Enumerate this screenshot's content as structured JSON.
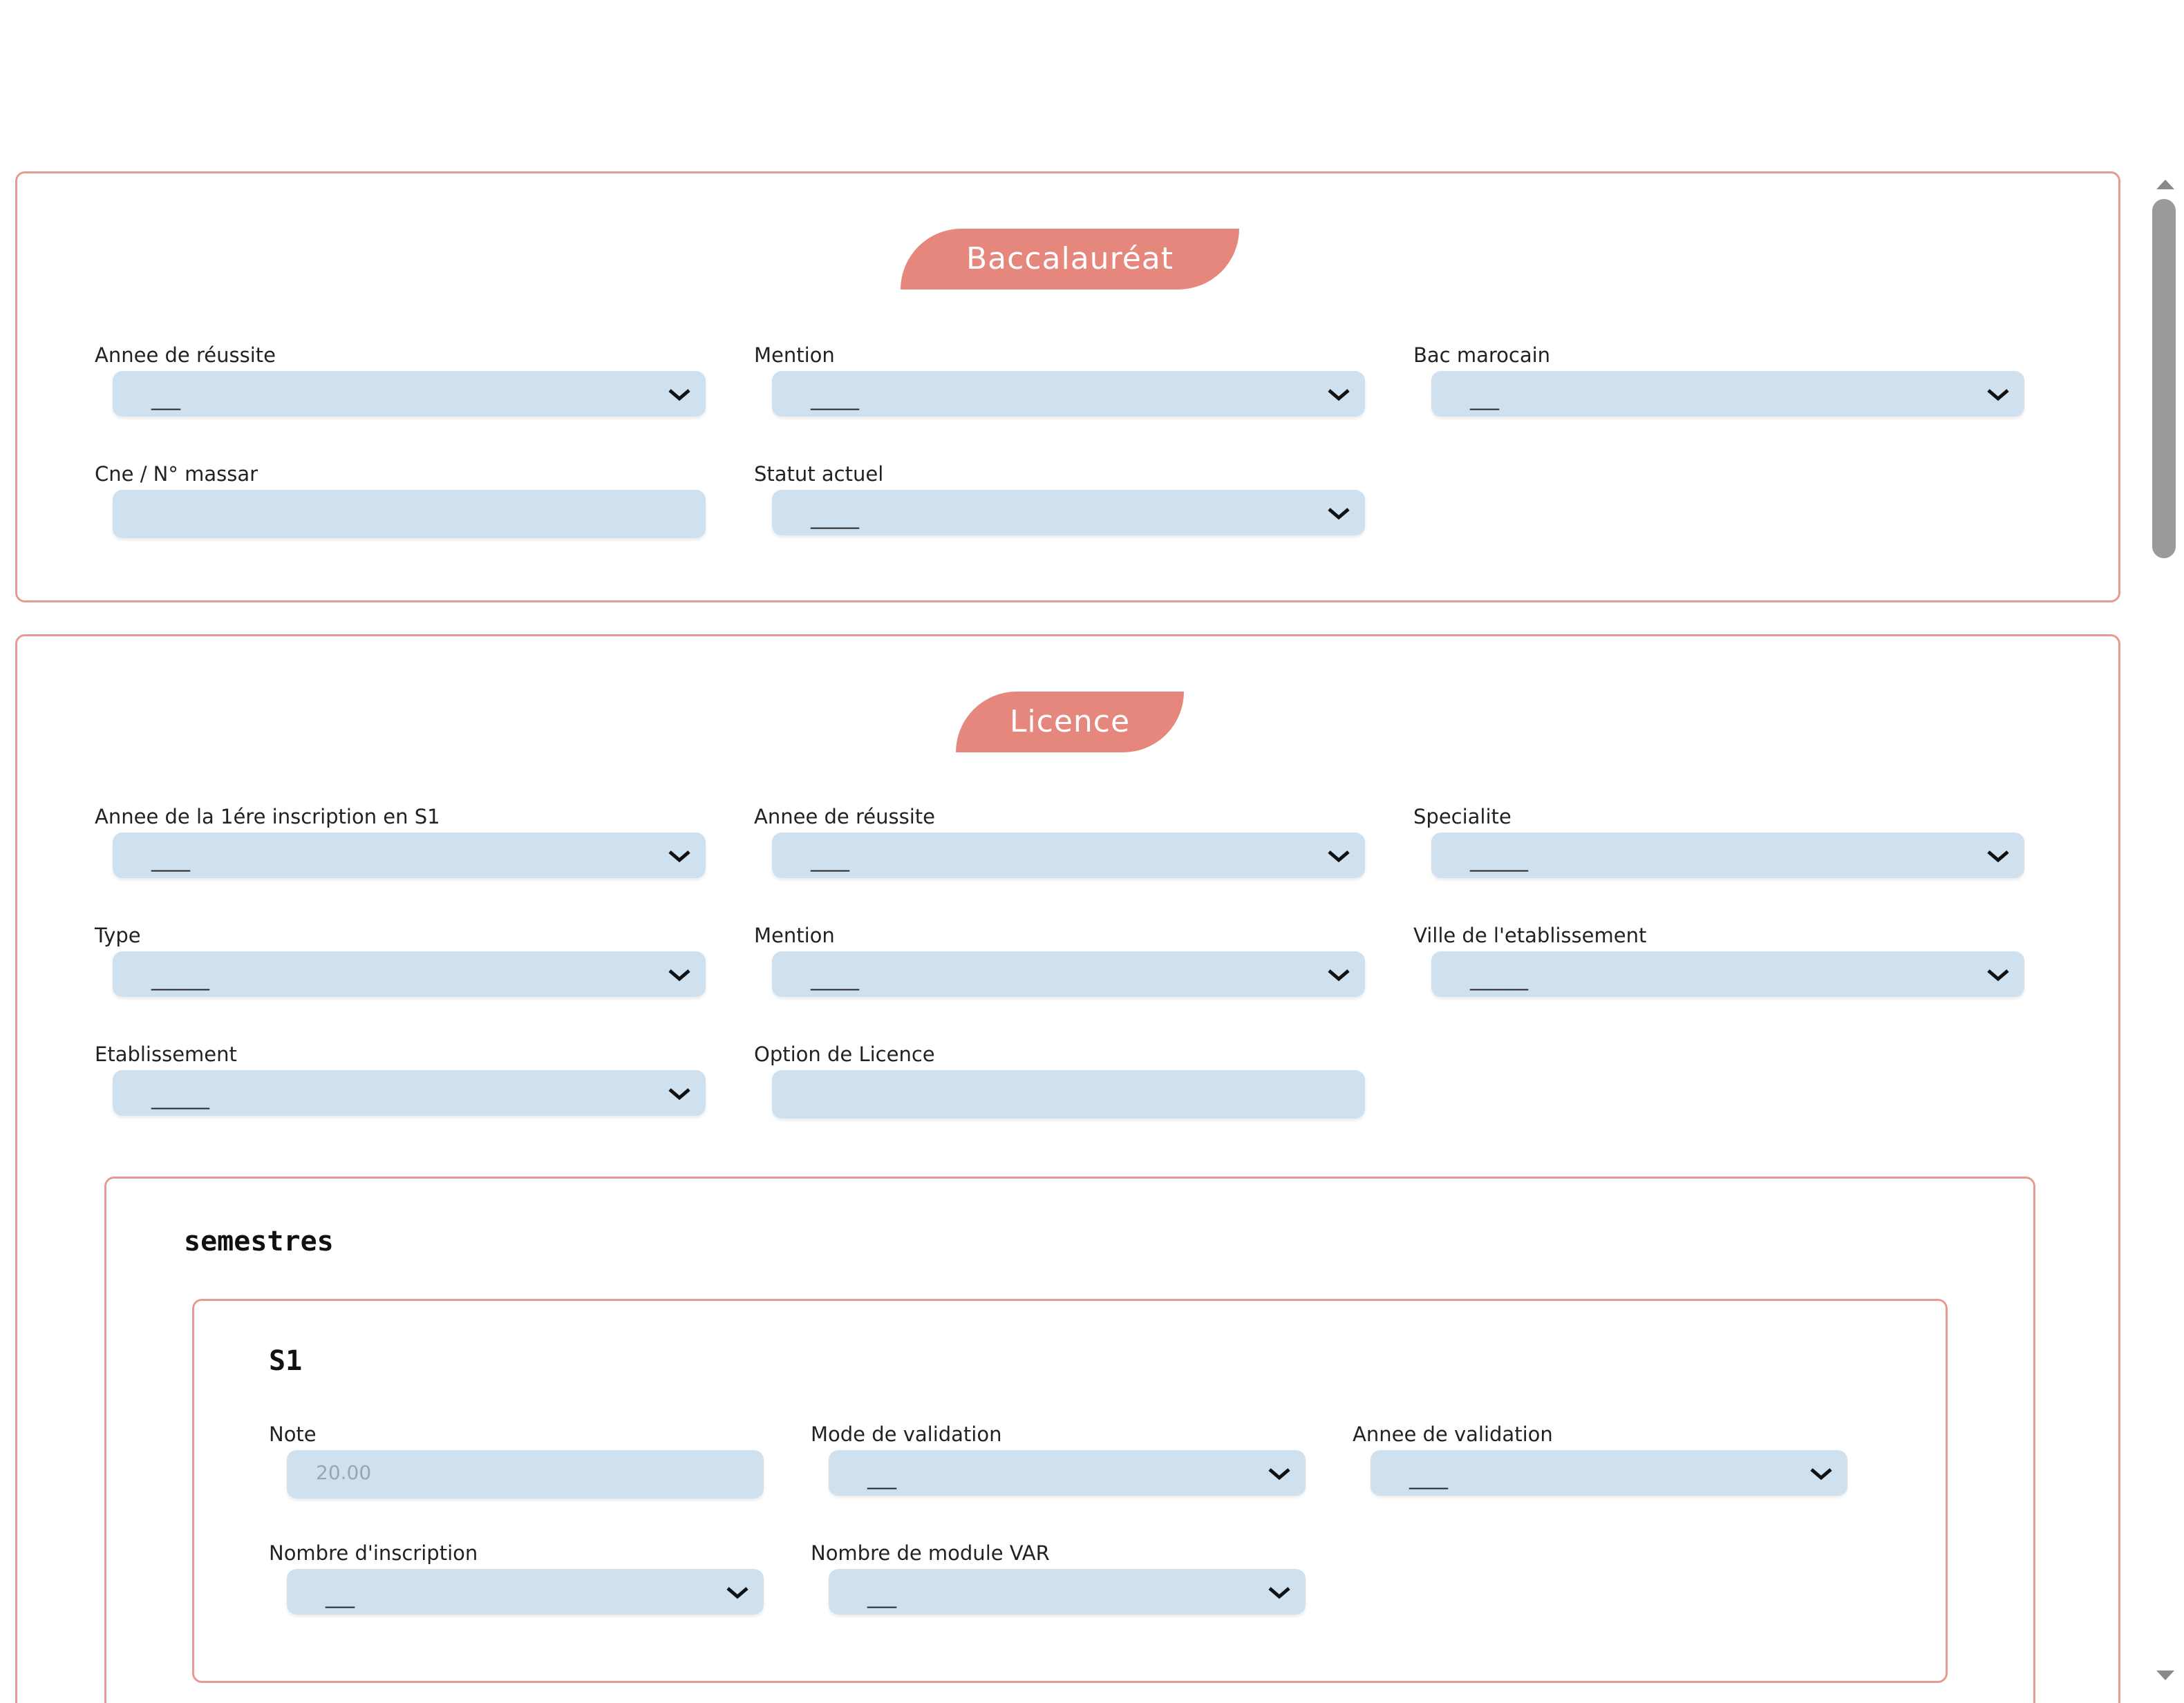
{
  "bac": {
    "legend": "Baccalauréat",
    "annee_label": "Annee de réussite",
    "annee_value": "___",
    "mention_label": "Mention",
    "mention_value": "_____",
    "bac_label": "Bac marocain",
    "bac_value": "___",
    "cne_label": "Cne / N° massar",
    "cne_value": "",
    "statut_label": "Statut actuel",
    "statut_value": "_____"
  },
  "licence": {
    "legend": "Licence",
    "annee_insc_label": "Annee de la 1ére inscription en S1",
    "annee_insc_value": "____",
    "annee_reussite_label": "Annee de réussite",
    "annee_reussite_value": "____",
    "specialite_label": "Specialite",
    "specialite_value": "______",
    "type_label": "Type",
    "type_value": "______",
    "mention_label": "Mention",
    "mention_value": "_____",
    "ville_label": "Ville de l'etablissement",
    "ville_value": "______",
    "etab_label": "Etablissement",
    "etab_value": "______",
    "option_label": "Option de Licence",
    "option_value": ""
  },
  "semestres": {
    "title": "semestres",
    "s1": {
      "title": "S1",
      "note_label": "Note",
      "note_placeholder": "20.00",
      "mode_label": "Mode de validation",
      "mode_value": "___",
      "annee_label": "Annee de validation",
      "annee_value": "____",
      "nb_insc_label": "Nombre d'inscription",
      "nb_insc_value": "___",
      "nb_var_label": "Nombre de module VAR",
      "nb_var_value": "___"
    }
  },
  "icons": {
    "select": "chevron-down-icon",
    "scroll_up": "arrow-up-icon",
    "scroll_down": "arrow-down-icon"
  },
  "colors": {
    "accent": "#e5877d",
    "border": "#e89a92",
    "field_bg": "#cfe0ef"
  }
}
